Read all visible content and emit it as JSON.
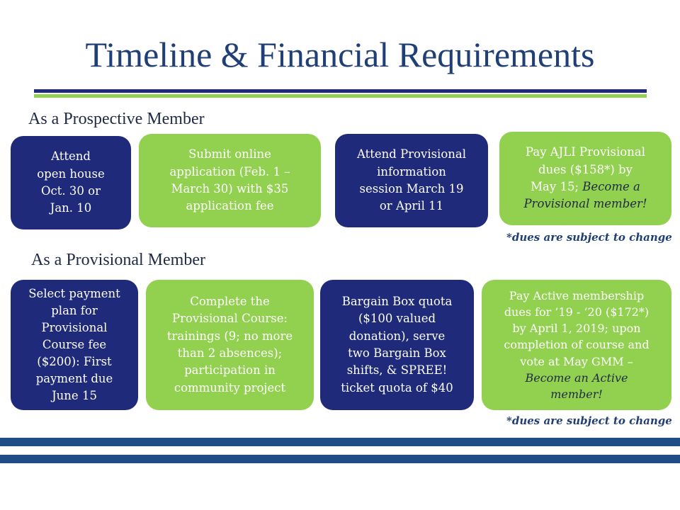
{
  "title": "Timeline & Financial Requirements",
  "sections": [
    {
      "heading": "As a Prospective Member",
      "boxes": [
        {
          "lines": [
            "Attend",
            "open house",
            "Oct. 30 or",
            "Jan. 10"
          ]
        },
        {
          "lines": [
            "Submit online",
            "application (Feb. 1 –",
            "March 30) with $35",
            "application fee"
          ]
        },
        {
          "lines": [
            "Attend Provisional",
            "information",
            "session  March 19",
            "or April 11"
          ]
        },
        {
          "lines": [
            "Pay AJLI Provisional",
            "dues ($158*) by",
            "May 15; "
          ],
          "emphasis": [
            "Become a",
            "Provisional  member!"
          ]
        }
      ],
      "note": "*dues are subject to change"
    },
    {
      "heading": "As a Provisional Member",
      "boxes": [
        {
          "lines": [
            "Select payment",
            "plan for",
            "Provisional",
            "Course fee",
            "($200): First",
            "payment due",
            "June 15"
          ]
        },
        {
          "lines": [
            "Complete the",
            "Provisional Course:",
            "trainings (9; no more",
            "than 2 absences);",
            "participation in",
            "community project"
          ]
        },
        {
          "lines": [
            "Bargain Box quota",
            "($100 valued",
            "donation), serve",
            "two Bargain Box",
            "shifts, & SPREE!",
            "ticket quota of $40"
          ]
        },
        {
          "lines": [
            "Pay Active membership",
            "dues for ’19 - ’20 ($172*)",
            "by April 1, 2019; upon",
            "completion of course and",
            "vote at May GMM –"
          ],
          "emphasis": [
            "Become an Active",
            "member!"
          ]
        }
      ],
      "note": "*dues are subject to change"
    }
  ]
}
